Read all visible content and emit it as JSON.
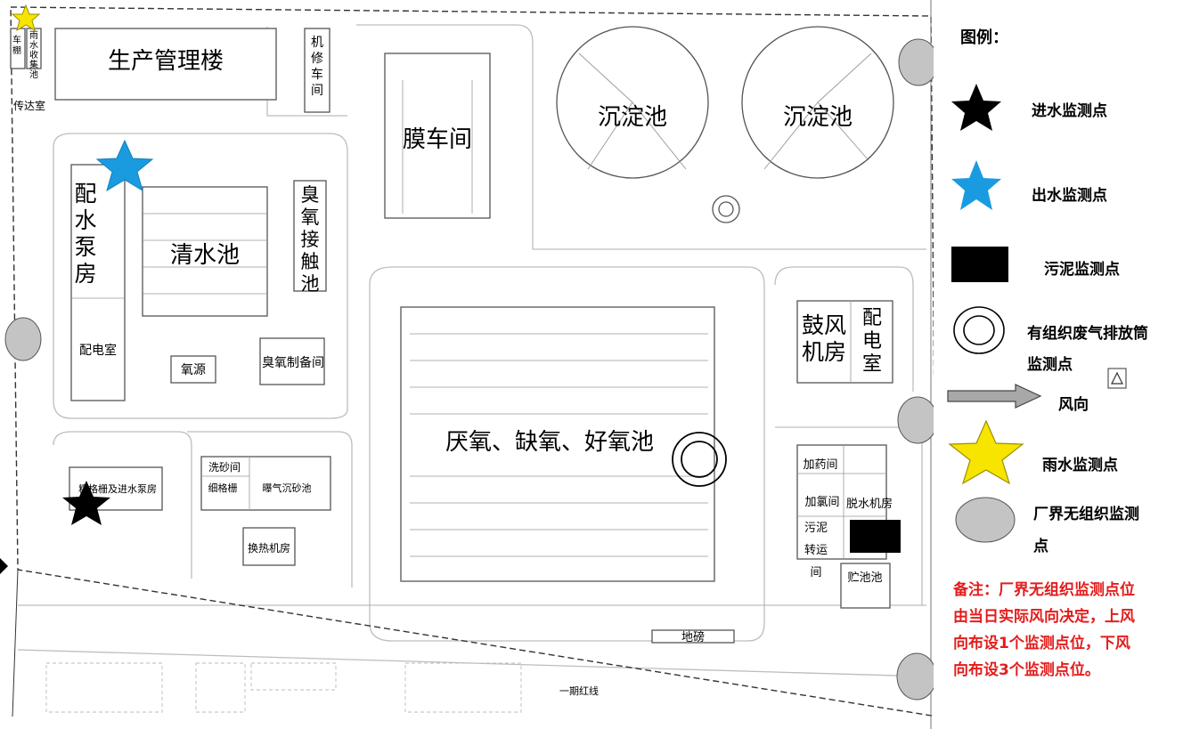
{
  "colors": {
    "outline": "#555555",
    "road": "#bdbdbd",
    "star_black": "#000000",
    "star_blue": "#1a9be0",
    "star_yellow": "#f7e500",
    "sludge": "#000000",
    "boundary_circle": "#c4c4c4",
    "note": "#e31c1c",
    "wind_arrow": "#a8a8a8"
  },
  "map": {
    "buildings": {
      "production_building": "生产管理楼",
      "repair_shop": "机修车间",
      "guard_room": "传达室",
      "car_shed": "车棚",
      "rainwater_pool": "雨水收集池",
      "membrane_workshop": "膜车间",
      "sedimentation_1": "沉淀池",
      "sedimentation_2": "沉淀池",
      "clear_water_pool": "清水池",
      "distribution_pump_house": "配水泵房",
      "ozone_contact_pool": "臭氧接触池",
      "power_room_west": "配电室",
      "oxygen_source": "氧源",
      "ozone_prep_room": "臭氧制备间",
      "blower_room": "鼓风机房",
      "power_room_east": "配电室",
      "aao_pool": "厌氧、缺氧、好氧池",
      "grille_pump_house": "粗格栅及进水泵房",
      "sand_wash_room": "洗砂间",
      "fine_grille": "细格栅",
      "aerated_grit": "曝气沉砂池",
      "heat_exchange_room": "换热机房",
      "dosing_room": "加药间",
      "chlorination_room": "加氯间",
      "dewatering_room": "脱水机房",
      "sludge_transfer": "污泥转运间",
      "storage_pool": "贮池池",
      "weighbridge": "地磅",
      "first_phase_redline": "一期红线"
    }
  },
  "legend": {
    "title": "图例：",
    "items": [
      {
        "label": "进水监测点",
        "icon": "black-star-icon"
      },
      {
        "label": "出水监测点",
        "icon": "blue-star-icon"
      },
      {
        "label": "污泥监测点",
        "icon": "black-rectangle-icon"
      },
      {
        "label": "有组织废气排放筒监测点",
        "line1": "有组织废气排放筒",
        "line2": "监测点",
        "icon": "double-circle-icon"
      },
      {
        "label": "风向",
        "icon": "arrow-icon"
      },
      {
        "label": "雨水监测点",
        "icon": "yellow-star-icon"
      },
      {
        "label": "厂界无组织监测点",
        "line1": "厂界无组织监测",
        "line2": "点",
        "icon": "grey-circle-icon"
      }
    ],
    "note_lines": [
      "备注：厂界无组织监测点位",
      "由当日实际风向决定，上风",
      "向布设1个监测点位，下风",
      "向布设3个监测点位。"
    ]
  }
}
